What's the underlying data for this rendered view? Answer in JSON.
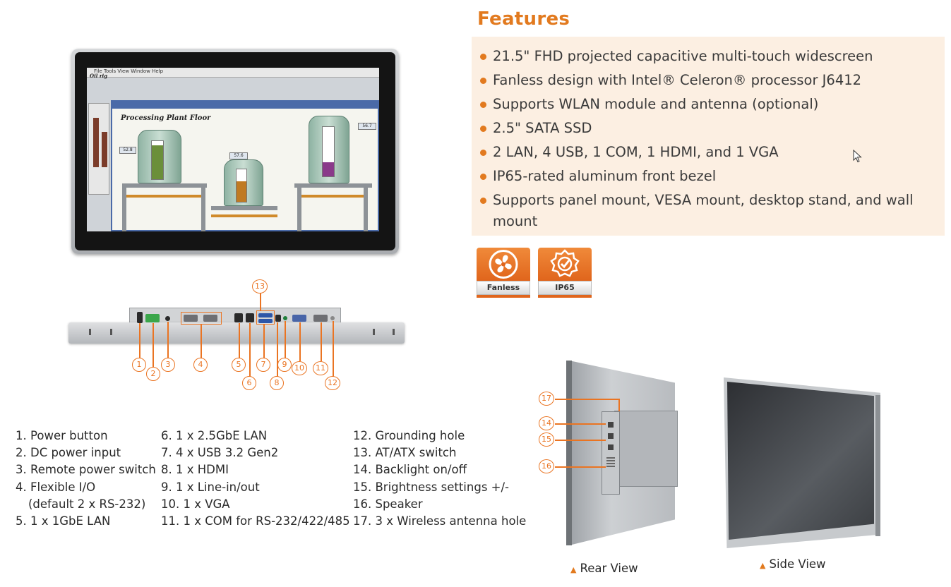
{
  "features": {
    "title": "Features",
    "items": [
      "21.5\" FHD projected capacitive multi-touch widescreen",
      "Fanless design with Intel® Celeron® processor J6412",
      "Supports WLAN module and antenna (optional)",
      "2.5\" SATA SSD",
      "2 LAN, 4 USB, 1 COM, 1 HDMI, and 1 VGA",
      "IP65-rated aluminum front bezel",
      "Supports panel mount, VESA mount, desktop stand, and wall mount"
    ]
  },
  "badges": [
    {
      "label": "Fanless",
      "icon": "fan-icon"
    },
    {
      "label": "IP65",
      "icon": "shield-check-icon"
    }
  ],
  "screen": {
    "menu": "File  Tools  View  Window  Help",
    "title": "Processing Plant Floor",
    "side_label": "Oil rig",
    "readouts": [
      "52.8",
      "57.6",
      "56.7"
    ]
  },
  "callouts": [
    "1",
    "2",
    "3",
    "4",
    "5",
    "6",
    "7",
    "8",
    "9",
    "10",
    "11",
    "12",
    "13",
    "14",
    "15",
    "16",
    "17"
  ],
  "specs": {
    "col1": [
      "1. Power button",
      "2. DC power input",
      "3. Remote power switch",
      "4. Flexible I/O",
      "(default 2 x RS-232)",
      "5. 1 x 1GbE LAN"
    ],
    "col2": [
      "6. 1 x 2.5GbE LAN",
      "7. 4 x USB 3.2 Gen2",
      "8. 1 x HDMI",
      "9. 1 x Line-in/out",
      "10. 1 x VGA",
      "11. 1 x COM for RS-232/422/485"
    ],
    "col3": [
      "12. Grounding hole",
      "13. AT/ATX switch",
      "14. Backlight on/off",
      "15. Brightness settings +/-",
      "16. Speaker",
      "17. 3 x Wireless antenna hole"
    ]
  },
  "captions": {
    "rear": "Rear View",
    "side": "Side View"
  },
  "colors": {
    "accent": "#e27a1f",
    "callout": "#ea7422",
    "features_bg": "#fcefe2"
  }
}
